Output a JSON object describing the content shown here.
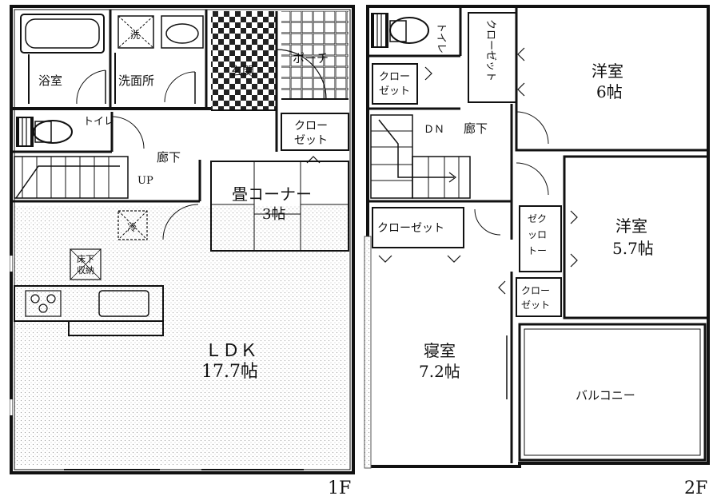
{
  "floor1": {
    "label": "1F",
    "rooms": {
      "bath": "浴室",
      "washroom": "洗面所",
      "wash_mark": "洗",
      "entrance": "玄関",
      "porch": "ポーチ",
      "toilet": "トイレ",
      "hallway": "廊下",
      "stairs_up": "UP",
      "closet_line1": "クロー",
      "closet_line2": "ゼット",
      "tatami": "畳コーナー",
      "tatami_size": "3帖",
      "fridge_mark": "冷",
      "underfloor_line1": "床下",
      "underfloor_line2": "収納",
      "ldk": "ＬＤＫ",
      "ldk_size": "17.7帖"
    }
  },
  "floor2": {
    "label": "2F",
    "rooms": {
      "toilet": "トイレ",
      "closet_vertical": "クローゼット",
      "closet_small_line1": "クロー",
      "closet_small_line2": "ゼット",
      "western1": "洋室",
      "western1_size": "6帖",
      "stairs_down": "ＤＮ",
      "hallway": "廊下",
      "western2": "洋室",
      "western2_size": "5.7帖",
      "closet_wide": "クローゼット",
      "closet_mid_line1": "ゼク",
      "closet_mid_line2": "ッロ",
      "closet_mid_line3": "トー",
      "closet_low_line1": "クロー",
      "closet_low_line2": "ゼット",
      "bedroom": "寝室",
      "bedroom_size": "7.2帖",
      "balcony": "バルコニー"
    }
  }
}
